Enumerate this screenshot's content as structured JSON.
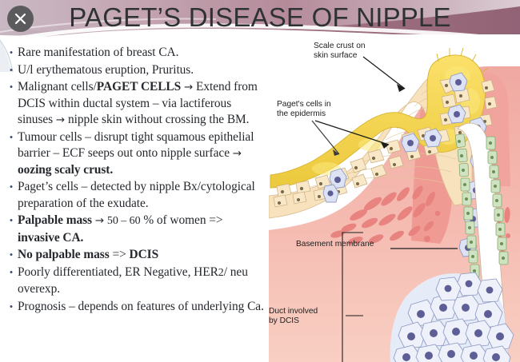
{
  "header": {
    "title": "PAGET’S DISEASE OF NIPPLE",
    "close_icon": "close-x-icon",
    "banner_color_left": "#c7b6c2",
    "banner_color_mid": "#a8717f",
    "banner_color_right": "#d7c3cc",
    "title_color": "#2f3234",
    "close_button_color": "#5b5b5d"
  },
  "content": {
    "bullet_marker": "•",
    "bullet_color": "#44536a",
    "text_color": "#25292e",
    "bullets": [
      {
        "id": "bullet-rare-manifestation",
        "html": "Rare manifestation of breast CA."
      },
      {
        "id": "bullet-erythematous-eruption",
        "html": "U/l erythematous eruption, Pruritus."
      },
      {
        "id": "bullet-malignant-paget-cells",
        "html": "Malignant cells/<b>PAGET CELLS</b> <span class=\"arrow\">→</span> Extend from DCIS within ductal system – via lactiferous sinuses <span class=\"arrow\">→</span> nipple skin without crossing the BM."
      },
      {
        "id": "bullet-tumour-cells-disrupt",
        "html": "Tumour cells – disrupt tight squamous epithelial barrier – ECF seeps out onto nipple surface <span class=\"arrow\">→</span> <b>oozing scaly crust.</b>"
      },
      {
        "id": "bullet-pagets-cells-detected",
        "html": "Paget’s cells – detected by nipple Bx/cytological preparation of the exudate."
      },
      {
        "id": "bullet-palpable-mass",
        "html": "<b>Palpable mass</b> <span class=\"arrow\">→</span> <span class=\"num\">50 – 60</span> % of women =&gt; <b>invasive CA.</b>"
      },
      {
        "id": "bullet-no-palpable-mass",
        "html": "<b>No palpable mass</b> =&gt; <b>DCIS</b>"
      },
      {
        "id": "bullet-poorly-differentiated",
        "html": "Poorly differentiated, ER Negative, HER<span class=\"num\">2</span>/ neu overexp."
      },
      {
        "id": "bullet-prognosis",
        "html": "Prognosis – depends on features of underlying Ca."
      }
    ]
  },
  "diagram": {
    "name": "paget-disease-histology-diagram",
    "labels": {
      "scale_crust": "Scale crust on\nskin surface",
      "pagets_cells": "Paget's cells in\nthe epidermis",
      "basement_membrane": "Basement membrane",
      "duct_dcis": "Duct involved\nby DCIS"
    },
    "colors": {
      "crust_yellow": "#f5d94f",
      "epidermis_tan": "#f7e2bd",
      "dermis_pink": "#f2b3ac",
      "deep_dermis_pink": "#f6c6bd",
      "paget_cell_blue": "#dde3f4",
      "nucleus_purple": "#6a6aa0",
      "collagen_red": "#e8817d",
      "basement_green": "#cfe3c2",
      "lumen_white": "#ffffff",
      "outline": "#9a8c7a"
    }
  }
}
